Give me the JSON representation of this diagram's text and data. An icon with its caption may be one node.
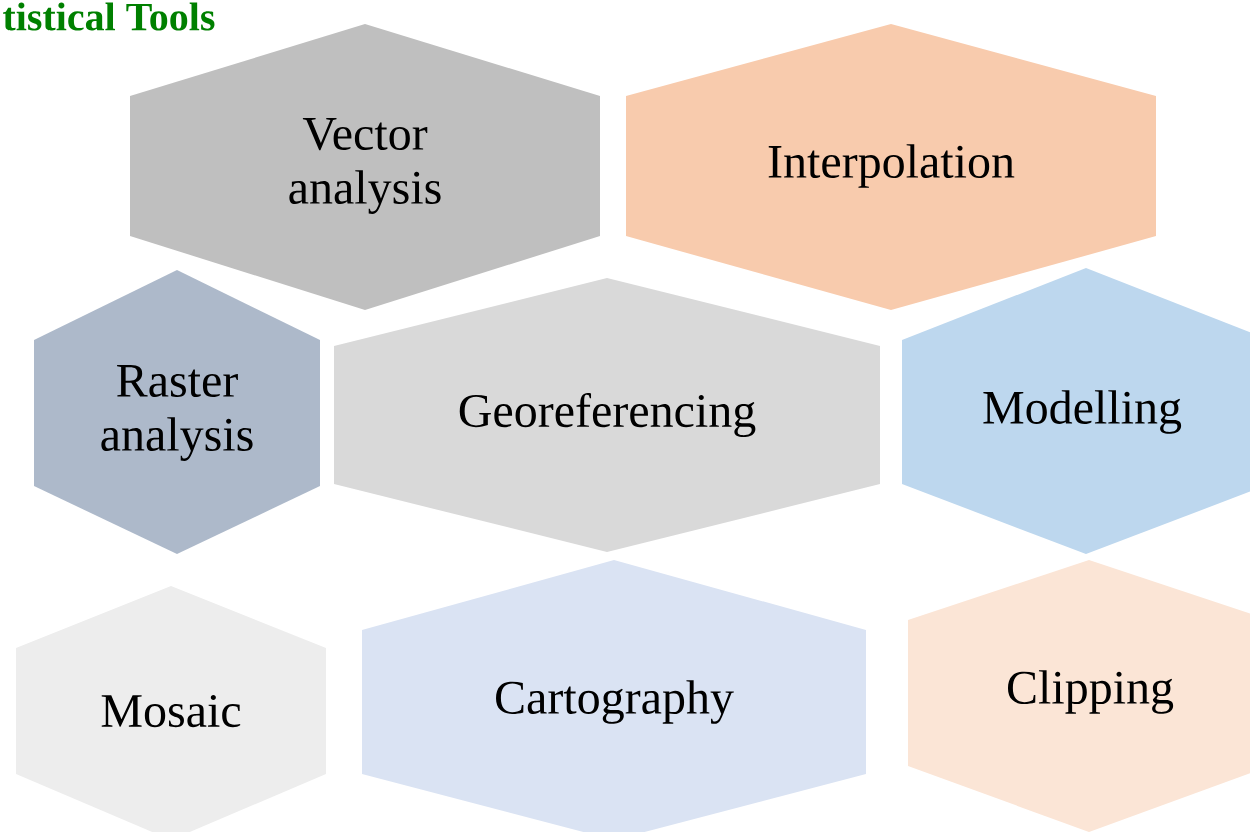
{
  "diagram": {
    "title": "tistical Tools",
    "nodes": [
      {
        "text": [
          "Vector analysis"
        ]
      },
      {
        "text": [
          "Interpolation"
        ]
      },
      {
        "text": [
          "Raster analysis"
        ]
      },
      {
        "text": [
          "Georeferencing"
        ]
      },
      {
        "text": [
          "Modelling"
        ]
      },
      {
        "text": [
          "Mosaic"
        ]
      },
      {
        "text": [
          "Cartography"
        ]
      },
      {
        "text": [
          "Clipping"
        ]
      }
    ]
  }
}
